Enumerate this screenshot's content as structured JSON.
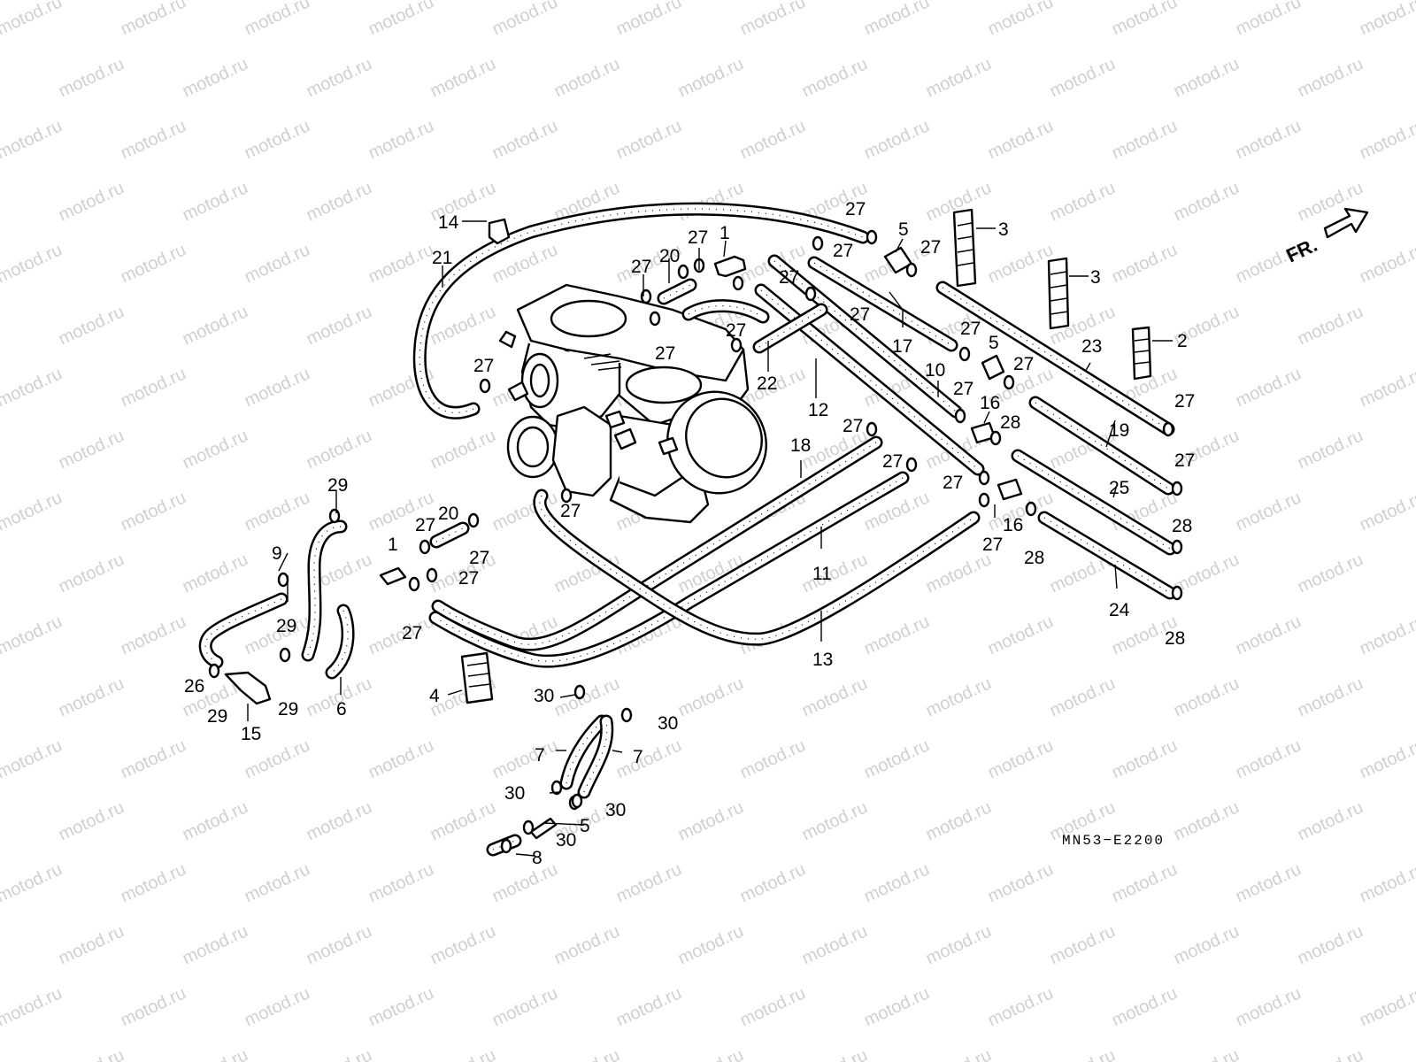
{
  "watermark": "motod.ru",
  "direction_label": "FR.",
  "diagram_code": "MN53−E2200",
  "callouts": {
    "c14": "14",
    "c21": "21",
    "c20a": "20",
    "c27a": "27",
    "c27b": "27",
    "c1a": "1",
    "c27c": "27",
    "c27d": "27",
    "c5a": "5",
    "c27e": "27",
    "c3a": "3",
    "c3b": "3",
    "c27f": "27",
    "c27g": "27",
    "c27h": "27",
    "c22": "22",
    "c17": "17",
    "c27i": "27",
    "c5b": "5",
    "c23": "23",
    "c2": "2",
    "c27j": "27",
    "c10": "10",
    "c27k": "27",
    "c16a": "16",
    "c28a": "28",
    "c12": "12",
    "c27l": "27",
    "c18": "18",
    "c27m": "27",
    "c19": "19",
    "c27n": "27",
    "c27o": "27",
    "c27p": "27",
    "c25": "25",
    "c27q": "27",
    "c16b": "16",
    "c28b": "28",
    "c28c": "28",
    "c11": "11",
    "c24": "24",
    "c28d": "28",
    "c13": "13",
    "c29a": "29",
    "c9": "9",
    "c20b": "20",
    "c27r": "27",
    "c1b": "1",
    "c27s": "27",
    "c27t": "27",
    "c27u": "27",
    "c29b": "29",
    "c26": "26",
    "c29c": "29",
    "c15": "15",
    "c29d": "29",
    "c6": "6",
    "c4": "4",
    "c30a": "30",
    "c30b": "30",
    "c7a": "7",
    "c7b": "7",
    "c30c": "30",
    "c30d": "30",
    "c5c": "5",
    "c30e": "30",
    "c8": "8",
    "c27v": "27",
    "c27w": "27"
  }
}
